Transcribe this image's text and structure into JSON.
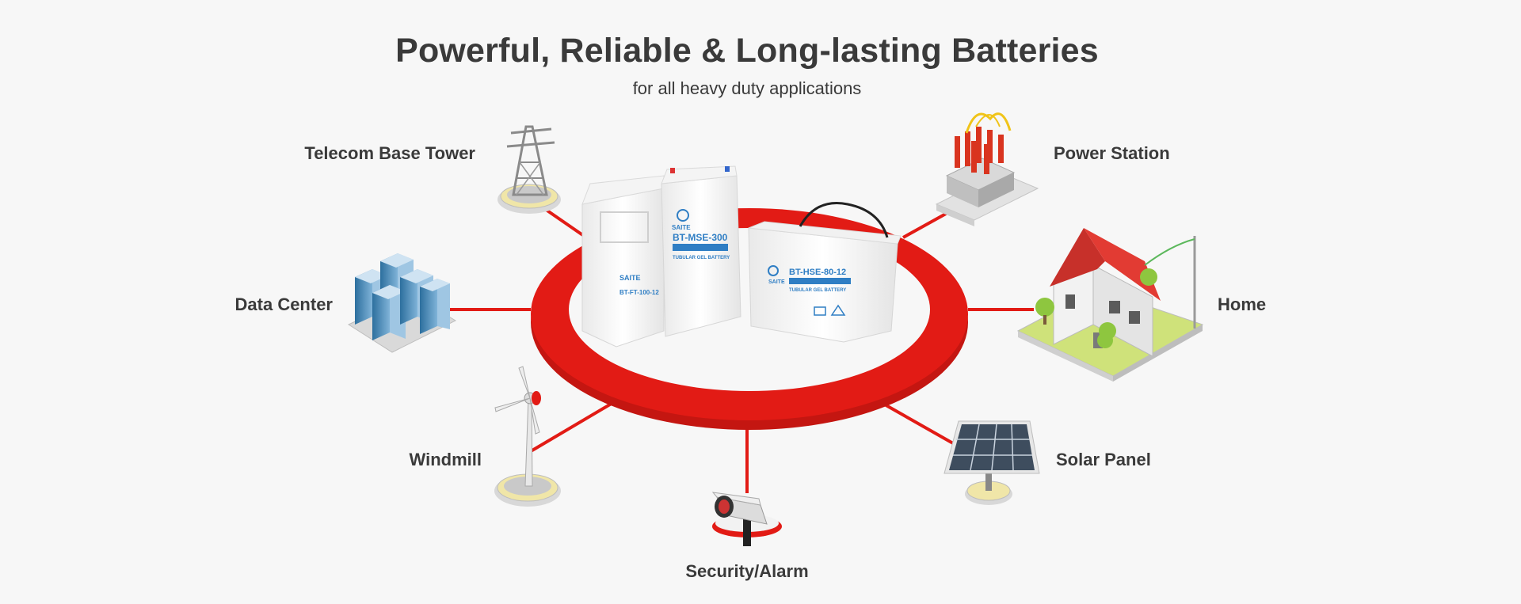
{
  "header": {
    "title": "Powerful, Reliable & Long-lasting Batteries",
    "subtitle": "for all heavy duty applications"
  },
  "applications": [
    {
      "label": "Telecom Base Tower",
      "icon": "telecom-tower-icon"
    },
    {
      "label": "Data Center",
      "icon": "data-center-icon"
    },
    {
      "label": "Windmill",
      "icon": "windmill-icon"
    },
    {
      "label": "Security/Alarm",
      "icon": "security-camera-icon"
    },
    {
      "label": "Solar Panel",
      "icon": "solar-panel-icon"
    },
    {
      "label": "Home",
      "icon": "home-icon"
    },
    {
      "label": "Power Station",
      "icon": "power-station-icon"
    }
  ],
  "batteries": {
    "brand": "SAITE",
    "left_model": "BT-FT-100-12",
    "middle_model": "BT-MSE-300",
    "right_model": "BT-HSE-80-12",
    "type_text": "TUBULAR GEL BATTERY"
  },
  "colors": {
    "accent_red": "#e21b15",
    "text": "#3a3a3a",
    "background": "#f7f7f7",
    "battery_print": "#2f7ec4"
  }
}
